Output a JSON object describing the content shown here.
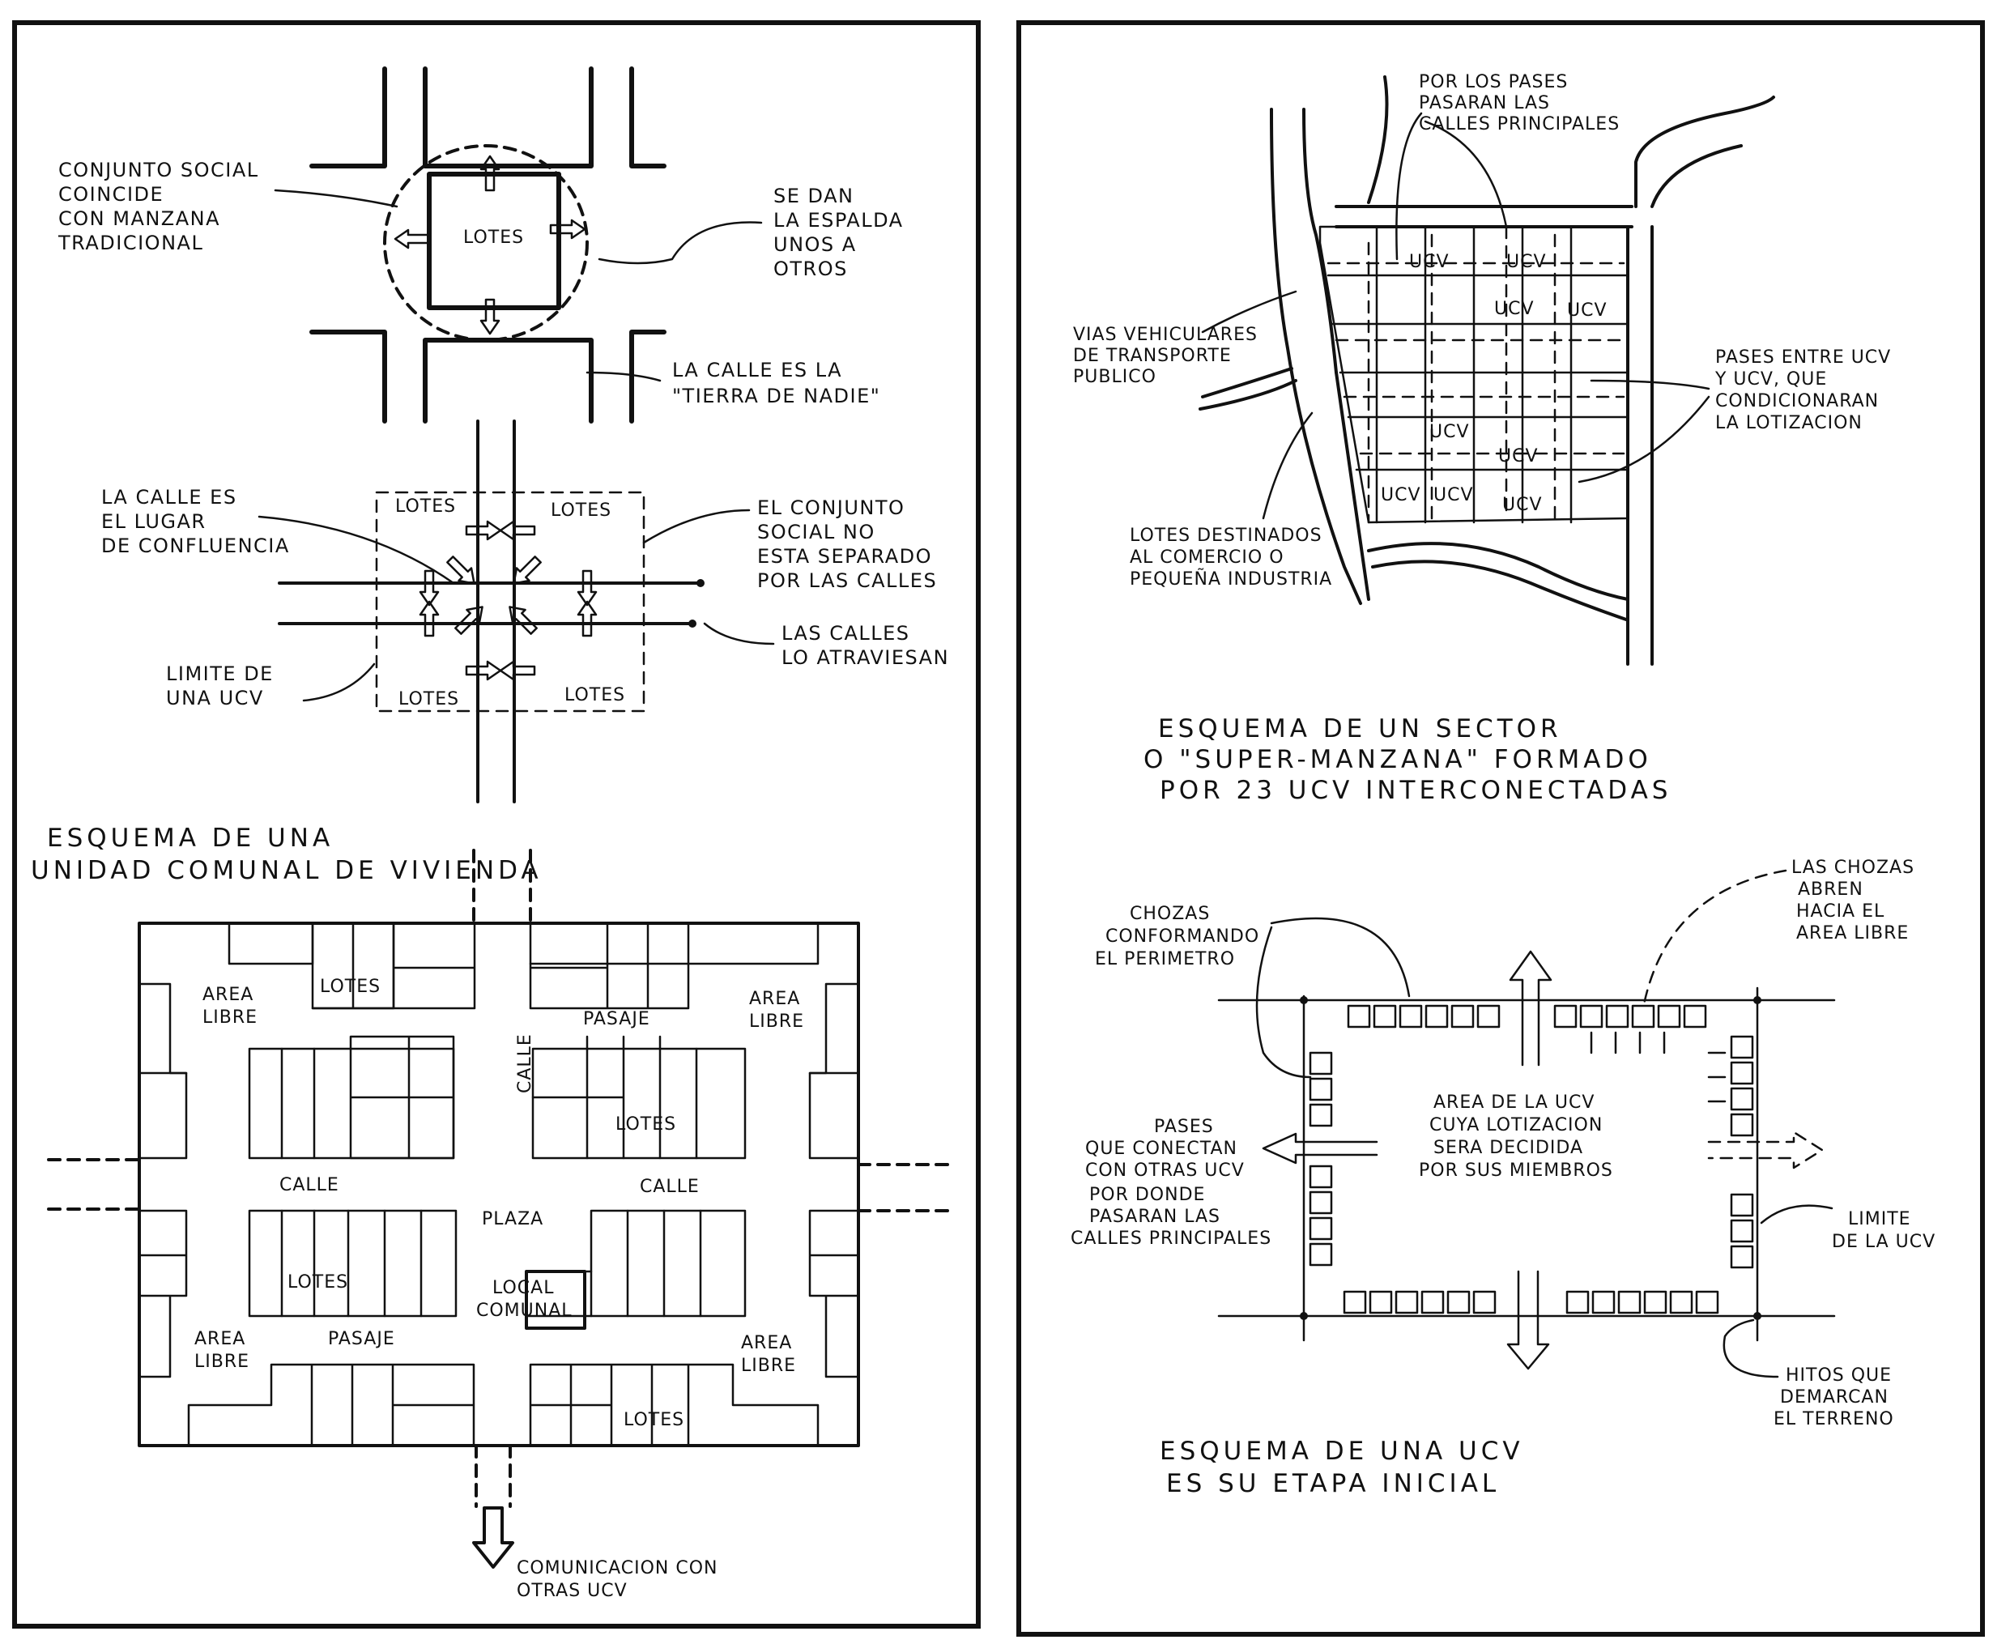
{
  "panel_left": {
    "diagram_top": {
      "label_conjunto": [
        "CONJUNTO SOCIAL",
        "COINCIDE",
        "CON MANZANA",
        "TRADICIONAL"
      ],
      "label_lotes": "LOTES",
      "label_espalda": [
        "SE DAN",
        "LA ESPALDA",
        "UNOS A",
        "OTROS"
      ],
      "label_calle": [
        "LA CALLE ES LA",
        "\"TIERRA DE NADIE\""
      ]
    },
    "diagram_mid": {
      "lotes": "LOTES",
      "label_calle_lugar": [
        "LA CALLE ES",
        "EL LUGAR",
        "DE CONFLUENCIA"
      ],
      "label_conjunto": [
        "EL CONJUNTO",
        "SOCIAL NO",
        "ESTA SEPARADO",
        "POR LAS CALLES"
      ],
      "label_calles": [
        "LAS CALLES",
        "LO ATRAVIESAN"
      ],
      "label_limite": [
        "LIMITE DE",
        "UNA UCV"
      ]
    },
    "title": [
      "ESQUEMA DE UNA",
      "UNIDAD COMUNAL DE VIVIENDA"
    ],
    "plan": {
      "lotes": "LOTES",
      "area_libre": [
        "AREA",
        "LIBRE"
      ],
      "pasaje": "PASAJE",
      "calle": "CALLE",
      "plaza": "PLAZA",
      "local_comunal": [
        "LOCAL",
        "COMUNAL"
      ],
      "comunicacion": [
        "COMUNICACION CON",
        "OTRAS UCV"
      ]
    }
  },
  "panel_right": {
    "sector": {
      "label_pases": [
        "POR LOS PASES",
        "PASARAN LAS",
        "CALLES PRINCIPALES"
      ],
      "label_vias": [
        "VIAS VEHICULARES",
        "DE TRANSPORTE",
        "PUBLICO"
      ],
      "label_pases_entre": [
        "PASES ENTRE UCV",
        "Y UCV, QUE",
        "CONDICIONARAN",
        "LA LOTIZACION"
      ],
      "label_lotes_destinados": [
        "LOTES DESTINADOS",
        "AL COMERCIO O",
        "PEQUEÑA INDUSTRIA"
      ],
      "ucv": "UCV",
      "title": [
        "ESQUEMA DE UN SECTOR",
        "O \"SUPER-MANZANA\" FORMADO",
        "POR 23 UCV INTERCONECTADAS"
      ]
    },
    "inicial": {
      "label_chozas_abren": [
        "LAS CHOZAS",
        "ABREN",
        "HACIA EL",
        "AREA LIBRE"
      ],
      "label_chozas_perimetro": [
        "CHOZAS",
        "CONFORMANDO",
        "EL PERIMETRO"
      ],
      "label_area": [
        "AREA DE LA UCV",
        "CUYA LOTIZACION",
        "SERA DECIDIDA",
        "POR SUS MIEMBROS"
      ],
      "label_pases": [
        "PASES",
        "QUE CONECTAN",
        "CON OTRAS UCV",
        "POR DONDE",
        "PASARAN LAS",
        "CALLES PRINCIPALES"
      ],
      "label_limite": [
        "LIMITE",
        "DE LA UCV"
      ],
      "label_hitos": [
        "HITOS QUE",
        "DEMARCAN",
        "EL TERRENO"
      ],
      "title": [
        "ESQUEMA DE UNA UCV",
        "ES SU ETAPA INICIAL"
      ]
    }
  }
}
